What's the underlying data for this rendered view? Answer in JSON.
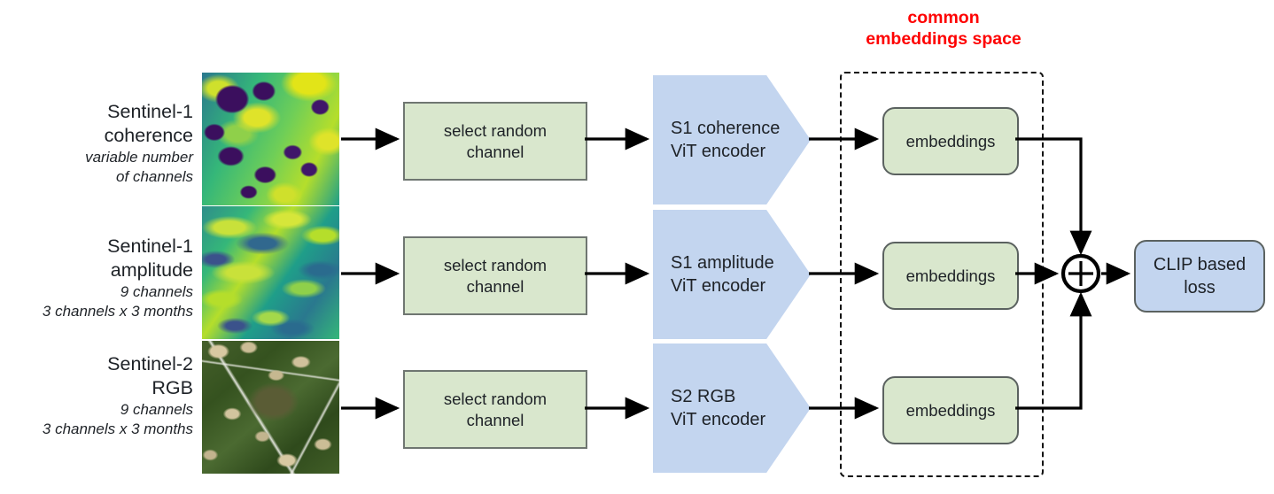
{
  "diagram": {
    "title_red": {
      "line1": "common",
      "line2": "embeddings space"
    },
    "accent_red": "#fe0000",
    "green_fill": "#d9e7cd",
    "blue_fill": "#c3d5ef",
    "box_stroke": "#6f7671",
    "arrow_color": "#000000",
    "rows": [
      {
        "label_main_l1": "Sentinel-1",
        "label_main_l2": "coherence",
        "label_sub_l1": "variable number",
        "label_sub_l2": "of channels",
        "thumbnail_name": "s1-coherence-thumbnail",
        "select_l1": "select random",
        "select_l2": "channel",
        "encoder_l1": "S1 coherence",
        "encoder_l2": "ViT encoder",
        "embeddings_label": "embeddings"
      },
      {
        "label_main_l1": "Sentinel-1",
        "label_main_l2": "amplitude",
        "label_sub_l1": "9 channels",
        "label_sub_l2": "3 channels x 3 months",
        "thumbnail_name": "s1-amplitude-thumbnail",
        "select_l1": "select random",
        "select_l2": "channel",
        "encoder_l1": "S1 amplitude",
        "encoder_l2": "ViT encoder",
        "embeddings_label": "embeddings"
      },
      {
        "label_main_l1": "Sentinel-2",
        "label_main_l2": "RGB",
        "label_sub_l1": "9 channels",
        "label_sub_l2": "3 channels x 3 months",
        "thumbnail_name": "s2-rgb-thumbnail",
        "select_l1": "select random",
        "select_l2": "channel",
        "encoder_l1": "S2 RGB",
        "encoder_l2": "ViT encoder",
        "embeddings_label": "embeddings"
      }
    ],
    "sum_symbol": "⊕",
    "loss": {
      "line1": "CLIP based",
      "line2": "loss"
    }
  }
}
